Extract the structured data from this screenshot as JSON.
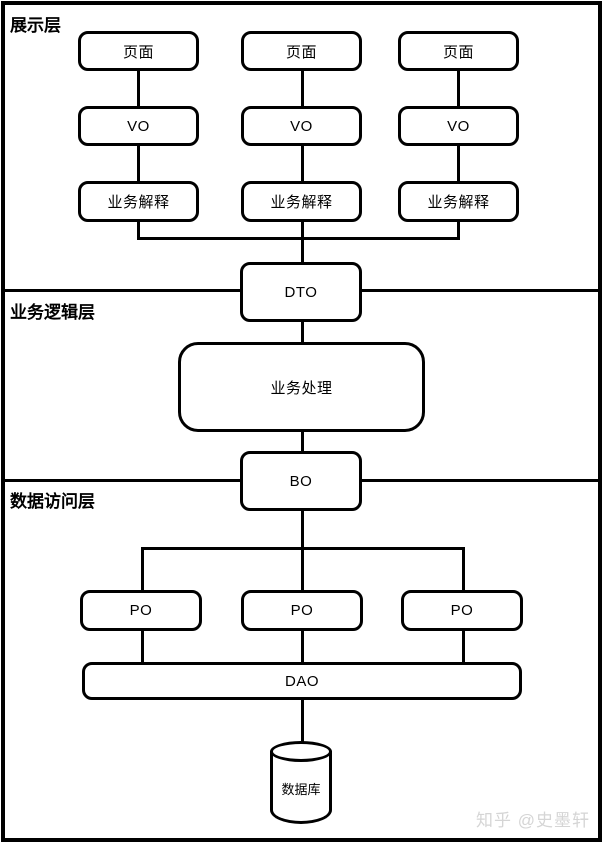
{
  "diagram": {
    "layers": [
      {
        "label": "展示层"
      },
      {
        "label": "业务逻辑层"
      },
      {
        "label": "数据访问层"
      }
    ],
    "nodes": {
      "page": "页面",
      "vo": "VO",
      "interpret": "业务解释",
      "dto": "DTO",
      "process": "业务处理",
      "bo": "BO",
      "po": "PO",
      "dao": "DAO",
      "database": "数据库"
    },
    "watermark": "知乎 @史墨轩",
    "colors": {
      "stroke": "#000000",
      "background": "#ffffff",
      "watermark_text": "#d5d5d5"
    }
  }
}
